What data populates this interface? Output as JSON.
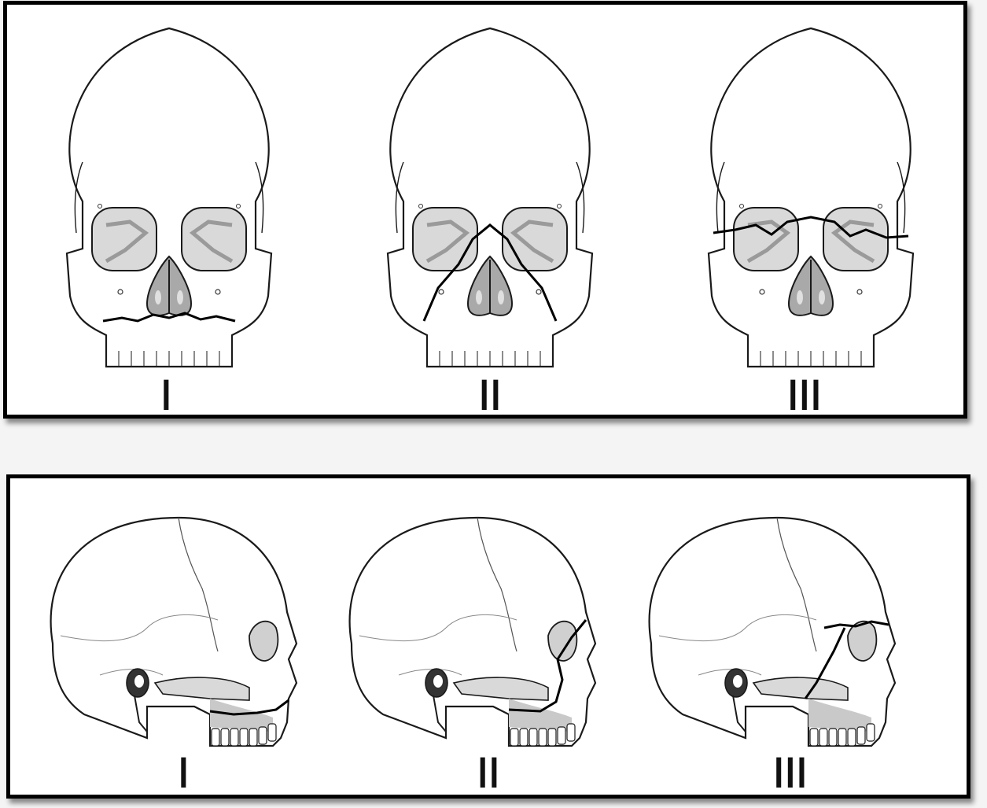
{
  "front_view": {
    "labels": [
      "I",
      "II",
      "III"
    ]
  },
  "lateral_view": {
    "labels": [
      "I",
      "II",
      "III"
    ]
  },
  "colors": {
    "line": "#1a1a1a",
    "fracture": "#000000",
    "shade_light": "#d9d9d9",
    "shade_dark": "#a9a9a9",
    "border": "#000000"
  }
}
